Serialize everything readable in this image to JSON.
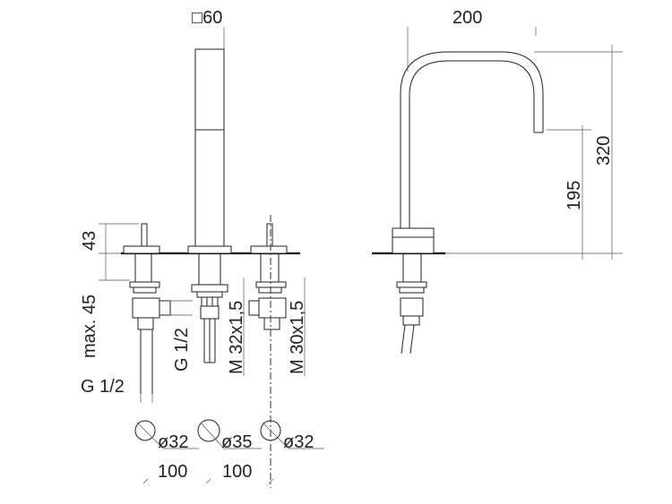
{
  "drawing": {
    "front_view": {
      "handshower_size": "□60",
      "height_handle": "43",
      "max_depth": "max. 45",
      "connection_left": "G 1/2",
      "connection_middle": "G 1/2",
      "thread_middle": "M 32x1,5",
      "thread_right": "M 30x1,5"
    },
    "holes": [
      {
        "label": "ø32"
      },
      {
        "label": "ø35"
      },
      {
        "label": "ø32"
      }
    ],
    "spacing": [
      "100",
      "100"
    ],
    "side_view": {
      "reach": "200",
      "total_height": "320",
      "spout_height": "195"
    }
  }
}
